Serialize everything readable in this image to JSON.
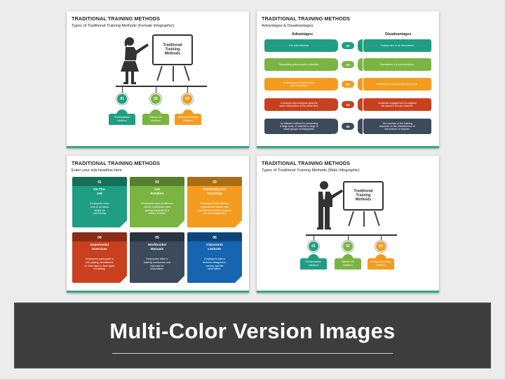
{
  "slides": {
    "female": {
      "title": "TRADITIONAL TRAINING METHODS",
      "subtitle": "Types of Traditional Training Methods (Female Infographic)",
      "board_text": "Traditional\nTraining\nMethods",
      "items": [
        {
          "num": "01",
          "label": "Presentation\nMethod",
          "color": "#1f9e82"
        },
        {
          "num": "02",
          "label": "Hands-On\nMethod",
          "color": "#7ab543"
        },
        {
          "num": "03",
          "label": "Groups Building\nMethod",
          "color": "#f39c1f"
        }
      ]
    },
    "advantages": {
      "title": "TRADITIONAL TRAINING METHODS",
      "subtitle": "Advantages & Disadvantages",
      "advantages_label": "Advantages",
      "disadvantages_label": "Disadvantages",
      "rows": [
        {
          "num": "01",
          "color": "#1f9e82",
          "adv": "It is cost-effective.",
          "dis": "Trainers are to be first trained."
        },
        {
          "num": "02",
          "color": "#7ab543",
          "adv": "Storytelling grabs people's attention.",
          "dis": "Sometimes it is not interactive."
        },
        {
          "num": "03",
          "color": "#f39c1f",
          "adv": "A personal and face-to-face\ntype of training.",
          "dis": "Material is to be provided to trainers."
        },
        {
          "num": "04",
          "color": "#c8401f",
          "adv": "It ensures that everyone gets the\nsame information at the same time.",
          "dis": "Audience engagement throughout\nthe session is to be ensured."
        },
        {
          "num": "05",
          "color": "#3d4a5c",
          "adv": "An efficient method for presenting\na large body of material to large or\nsmall groups of employees.",
          "dis": "The success of the training\ndepends on the effectiveness of\nthe lecturer or teacher."
        }
      ]
    },
    "notes": {
      "title": "TRADITIONAL TRAINING METHODS",
      "subtitle": "Enter your sub headline here",
      "cards": [
        {
          "num": "01",
          "heading": "On-The-\nJob",
          "desc": "Employees learn\nhow to do tasks\nsimply by\nperforming",
          "color": "#1f9e82"
        },
        {
          "num": "02",
          "heading": "Job\nRotation",
          "desc": "Employees work at different\njobs in a particular area\ngetting exposure to a\nvariety of tasks.",
          "color": "#7ab543"
        },
        {
          "num": "03",
          "heading": "Mentoring and\nCoaching",
          "desc": "Employees work with an\nexperienced worker who\nprovides information, support,\nand encouragement.",
          "color": "#f39c1f"
        },
        {
          "num": "04",
          "heading": "Experiential\nExercises",
          "desc": "Employees participate in\nrole playing, simulations,\nor other face-to-face types\nof training.",
          "color": "#c8401f"
        },
        {
          "num": "05",
          "heading": "Workbooks/\nManuals",
          "desc": "Employees refer to\ntraining workbooks and\nmanuals for\ninformation.",
          "color": "#3d4a5c"
        },
        {
          "num": "06",
          "heading": "Classroom\nLectures",
          "desc": "Employees attend\nlectures designed to\nconvey specific\ninformation.",
          "color": "#1565b0"
        }
      ]
    },
    "male": {
      "title": "TRADITIONAL TRAINING METHODS",
      "subtitle": "Types of Traditional Training Methods (Male Infographic)",
      "board_text": "Traditional\nTraining\nMethods",
      "items": [
        {
          "num": "01",
          "label": "Presentation\nMethod",
          "color": "#1f9e82"
        },
        {
          "num": "02",
          "label": "Hands-On\nMethod",
          "color": "#7ab543"
        },
        {
          "num": "03",
          "label": "Groups Building\nMethod",
          "color": "#f39c1f"
        }
      ]
    }
  },
  "banner": {
    "title": "Multi-Color Version Images"
  },
  "icons": [
    "woman-presenter-icon",
    "man-presenter-icon",
    "whiteboard-icon"
  ]
}
